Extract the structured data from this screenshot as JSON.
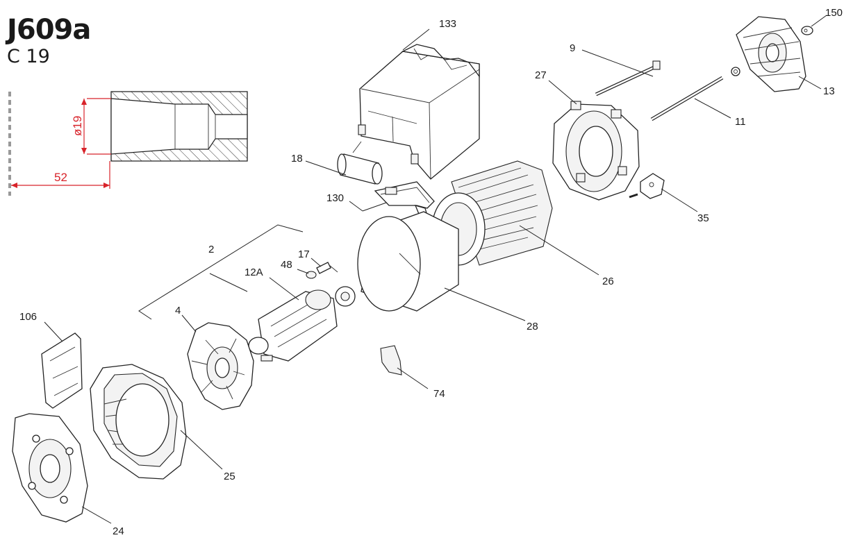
{
  "header": {
    "model": "J609a",
    "subtitle": "C 19"
  },
  "shaft_detail": {
    "diameter_label": "ø19",
    "length_label": "52"
  },
  "callouts": {
    "p133": "133",
    "p150": "150",
    "p9": "9",
    "p27": "27",
    "p13": "13",
    "p11": "11",
    "p18": "18",
    "p130": "130",
    "p35": "35",
    "p26": "26",
    "p2": "2",
    "p17": "17",
    "p48": "48",
    "p12a": "12A",
    "p28": "28",
    "p106": "106",
    "p4": "4",
    "p74": "74",
    "p25": "25",
    "p24": "24"
  },
  "colors": {
    "dimension": "#d8232a",
    "line": "#222222",
    "shading": "#f3f3f3"
  }
}
